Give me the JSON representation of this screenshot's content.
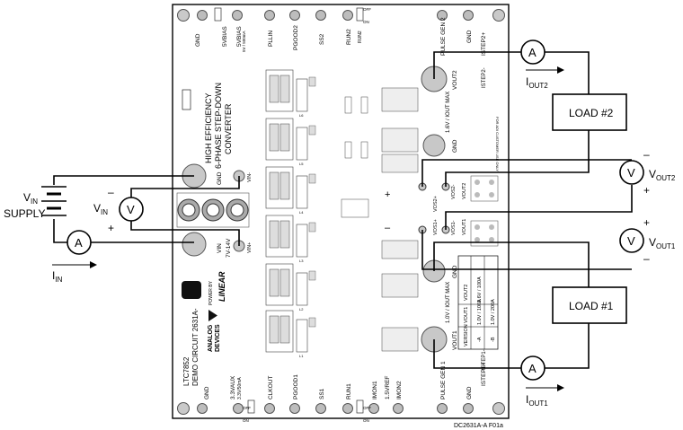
{
  "external": {
    "vin_supply_label_1": "V",
    "vin_supply_label_sub": "IN",
    "vin_supply_label_2": "SUPPLY",
    "vin_meter_label": "V",
    "vin_meter_label_sub": "IN",
    "iin_label": "I",
    "iin_label_sub": "IN",
    "vout2_label": "V",
    "vout2_label_sub": "OUT2",
    "vout1_label": "V",
    "vout1_label_sub": "OUT1",
    "iout2_label": "I",
    "iout2_label_sub": "OUT2",
    "iout1_label": "I",
    "iout1_label_sub": "OUT1",
    "load2_label": "LOAD #2",
    "load1_label": "LOAD #1",
    "plus": "+",
    "minus": "–",
    "ammeter_symbol": "A",
    "voltmeter_symbol": "V",
    "figure_code": "DC2631A-A F01a"
  },
  "board": {
    "title_line1": "HIGH EFFICIENCY",
    "title_line2": "6-PHASE STEP-DOWN",
    "title_line3": "CONVERTER",
    "part_number": "LTC7852",
    "demo_circuit": "DEMO CIRCUIT 2631A-",
    "logo_text_1": "ANALOG",
    "logo_text_2": "DEVICES",
    "logo_powered_by": "POWER BY",
    "logo_linear": "LINEAR",
    "top_labels": [
      "GND",
      "5VBIAS",
      "5VBIAS",
      "PLLIN",
      "PGOOD2",
      "SS2",
      "RUN2",
      "RUN2",
      "PULSE GEN 2",
      "GND",
      "ISTEP2+"
    ],
    "top_sub_labels": [
      "5V / 500mA"
    ],
    "run2_switch": [
      "ON",
      "OFF"
    ],
    "bottom_labels": [
      "GND",
      "3.3VAUX",
      "CLKOUT",
      "PGOOD1",
      "SS1",
      "RUN1",
      "IMON1",
      "1.5VREF",
      "IMON2",
      "PULSE GEN 1",
      "GND",
      "ISTEP1+"
    ],
    "bottom_sub_labels": [
      "3.3V/50mA"
    ],
    "run1_switch": [
      "ON",
      "OFF"
    ],
    "aux_switch": [
      "ON",
      "OFF"
    ],
    "left_terminals": [
      "GND",
      "VIN-",
      "VIN",
      "7V-14V",
      "VIN+"
    ],
    "right_terminals": [
      "VOUT2",
      "1.6V / IOUT MAX",
      "GND",
      "GND",
      "1.0V / IOUT MAX",
      "VOUT1"
    ],
    "sense_labels": [
      "VOS2+",
      "VOS2-",
      "VOS1+",
      "VOS1-",
      "VOUT2",
      "VOUT1"
    ],
    "istep_labels": [
      "ISTEP2-",
      "ISTEP1-"
    ],
    "customer_use": "FOR ADI CUSTOMER USE ONLY",
    "table_header": [
      "VERSION",
      "VOUT1",
      "VOUT2"
    ],
    "table_rows": [
      [
        "-A",
        "1.0V / 100A",
        "1.6V / 100A"
      ],
      [
        "-B",
        "1.0V / 200A",
        ""
      ]
    ],
    "inductor_labels": [
      "L6",
      "L5",
      "L4",
      "L3",
      "L2",
      "L1"
    ]
  }
}
